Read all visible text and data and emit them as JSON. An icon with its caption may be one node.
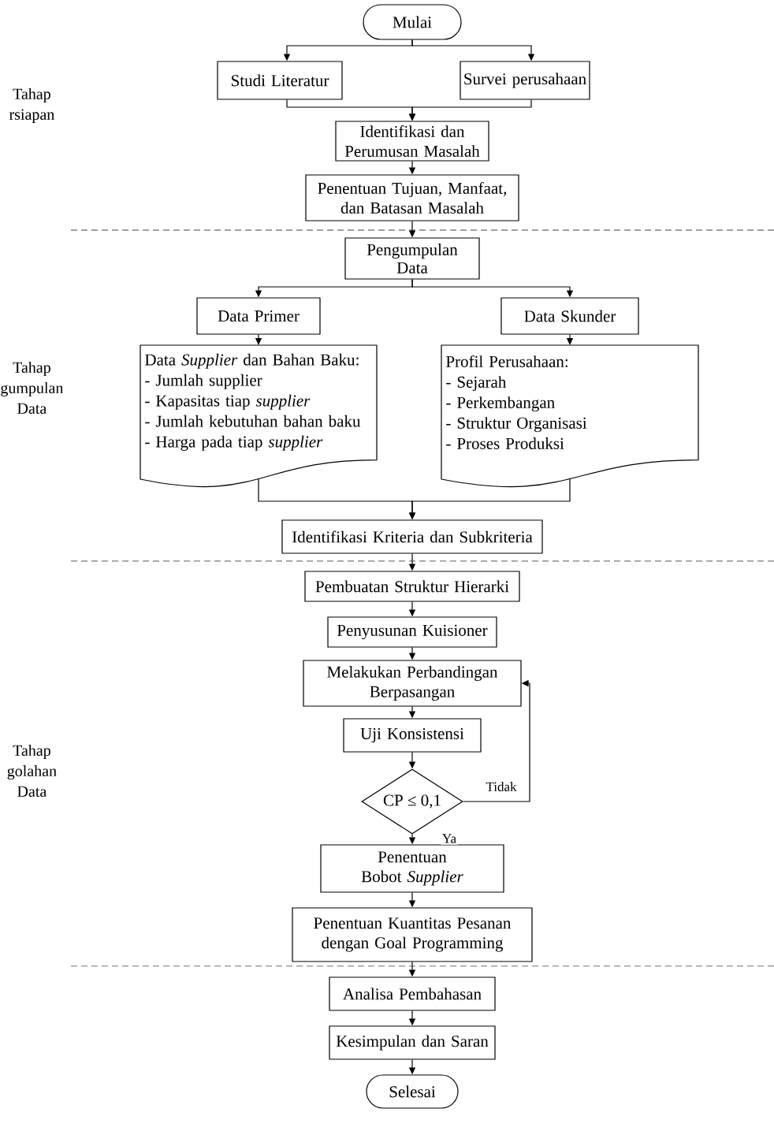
{
  "diagram": {
    "nodes": [
      {
        "text": [
          "Mulai"
        ]
      },
      {
        "text": [
          "Studi Literatur"
        ]
      },
      {
        "text": [
          "Survei perusahaan"
        ]
      },
      {
        "text": [
          "Identifikasi dan Perumusan Masalah"
        ]
      },
      {
        "text": [
          "Penentuan Tujuan, Manfaat, dan Batasan Masalah"
        ]
      },
      {
        "text": [
          "Pengumpulan Data"
        ]
      },
      {
        "text": [
          "Data Primer"
        ]
      },
      {
        "text": [
          "Data Skunder"
        ]
      },
      {
        "text": [
          "Data *Supplier* dan Bahan Baku:",
          "- Jumlah supplier",
          "- Kapasitas tiap *supplier*",
          "- Jumlah kebutuhan bahan baku",
          "- Harga pada tiap *supplier*"
        ]
      },
      {
        "text": [
          "Profil Perusahaan:",
          "- Sejarah",
          "- Perkembangan",
          "- Struktur Organisasi",
          "- Proses Produksi"
        ]
      },
      {
        "text": [
          "Identifikasi Kriteria dan Subkriteria"
        ]
      },
      {
        "text": [
          "Pembuatan Struktur Hierarki"
        ]
      },
      {
        "text": [
          "Penyusunan Kuisioner"
        ]
      },
      {
        "text": [
          "Melakukan Perbandingan Berpasangan"
        ]
      },
      {
        "text": [
          "Uji Konsistensi"
        ]
      },
      {
        "text": [
          "CP ≤ 0,1"
        ]
      },
      {
        "text": [
          "Penentuan Bobot *Supplier*"
        ]
      },
      {
        "text": [
          "Penentuan Kuantitas Pesanan dengan Goal Programming"
        ]
      },
      {
        "text": [
          "Analisa Pembahasan"
        ]
      },
      {
        "text": [
          "Kesimpulan dan Saran"
        ]
      },
      {
        "text": [
          "Selesai"
        ]
      }
    ],
    "edges": [
      {
        "from": 0,
        "to": 1,
        "arrow": "to"
      },
      {
        "from": 0,
        "to": 2,
        "arrow": "to"
      },
      {
        "from": 1,
        "to": 3,
        "arrow": "to"
      },
      {
        "from": 2,
        "to": 3,
        "arrow": "to"
      },
      {
        "from": 3,
        "to": 4,
        "arrow": "to"
      },
      {
        "from": 4,
        "to": 5,
        "arrow": "to"
      },
      {
        "from": 5,
        "to": 6,
        "arrow": "to"
      },
      {
        "from": 5,
        "to": 7,
        "arrow": "to"
      },
      {
        "from": 6,
        "to": 8,
        "arrow": "to"
      },
      {
        "from": 7,
        "to": 9,
        "arrow": "to"
      },
      {
        "from": 8,
        "to": 10,
        "arrow": "to"
      },
      {
        "from": 9,
        "to": 10,
        "arrow": "to"
      },
      {
        "from": 10,
        "to": 11,
        "arrow": "to"
      },
      {
        "from": 11,
        "to": 12,
        "arrow": "to"
      },
      {
        "from": 12,
        "to": 13,
        "arrow": "to"
      },
      {
        "from": 13,
        "to": 14,
        "arrow": "to"
      },
      {
        "from": 14,
        "to": 15,
        "arrow": "to"
      },
      {
        "from": 15,
        "to": 13,
        "arrow": "to",
        "label": "Tidak"
      },
      {
        "from": 15,
        "to": 16,
        "arrow": "to",
        "label": "Ya"
      },
      {
        "from": 16,
        "to": 17,
        "arrow": "to"
      },
      {
        "from": 17,
        "to": 18,
        "arrow": "to"
      },
      {
        "from": 18,
        "to": 19,
        "arrow": "to"
      },
      {
        "from": 19,
        "to": 20,
        "arrow": "to"
      }
    ],
    "labels": [
      "Tahap rsiapan",
      "Tahap gumpulan Data",
      "Tahap golahan Data"
    ]
  }
}
